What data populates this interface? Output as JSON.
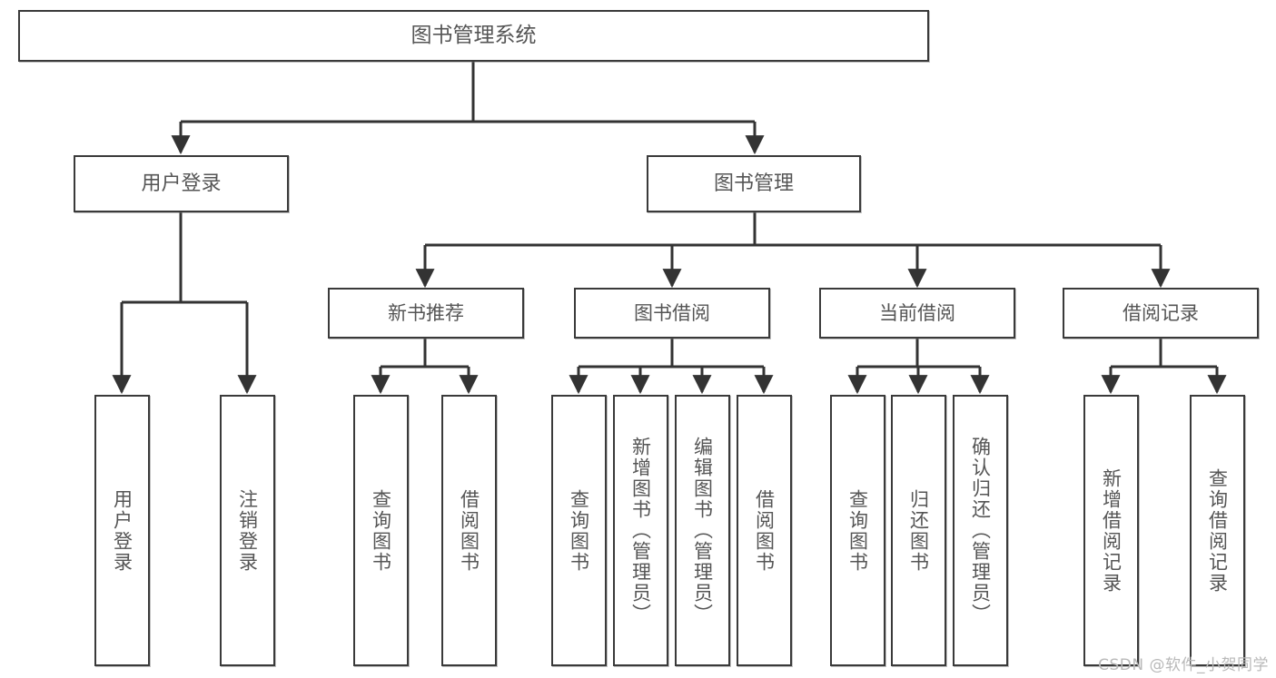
{
  "diagram": {
    "type": "tree-hierarchy",
    "title": "图书管理系统",
    "watermark": "CSDN @软件_小贺同学",
    "colors": {
      "box_border": "#3a3a3a",
      "box_fill": "#ffffff",
      "connector": "#333333",
      "text": "#555555",
      "watermark": "#b9b9b9",
      "background": "#ffffff"
    },
    "levels": {
      "root": "图书管理系统",
      "level2": [
        "用户登录",
        "图书管理"
      ],
      "level3": [
        "新书推荐",
        "图书借阅",
        "当前借阅",
        "借阅记录"
      ]
    },
    "nodes": {
      "root": {
        "label": "图书管理系统"
      },
      "user_login": {
        "label": "用户登录"
      },
      "book_manage": {
        "label": "图书管理"
      },
      "new_book_rec": {
        "label": "新书推荐"
      },
      "book_borrow": {
        "label": "图书借阅"
      },
      "current_borrow": {
        "label": "当前借阅"
      },
      "borrow_record": {
        "label": "借阅记录"
      },
      "leaf_user_login": {
        "label": "用户登录"
      },
      "leaf_logout": {
        "label": "注销登录"
      },
      "leaf_query_book_a": {
        "label": "查询图书"
      },
      "leaf_borrow_book_a": {
        "label": "借阅图书"
      },
      "leaf_query_book_b": {
        "label": "查询图书"
      },
      "leaf_add_book_admin": {
        "label": "新增图书（管理员）"
      },
      "leaf_edit_book_admin": {
        "label": "编辑图书（管理员）"
      },
      "leaf_borrow_book_b": {
        "label": "借阅图书"
      },
      "leaf_query_book_c": {
        "label": "查询图书"
      },
      "leaf_return_book": {
        "label": "归还图书"
      },
      "leaf_confirm_return_admin": {
        "label": "确认归还（管理员）"
      },
      "leaf_add_record": {
        "label": "新增借阅记录"
      },
      "leaf_query_record": {
        "label": "查询借阅记录"
      }
    },
    "edges": [
      {
        "from": "图书管理系统",
        "to": "用户登录"
      },
      {
        "from": "图书管理系统",
        "to": "图书管理"
      },
      {
        "from": "用户登录",
        "to": "用户登录"
      },
      {
        "from": "用户登录",
        "to": "注销登录"
      },
      {
        "from": "图书管理",
        "to": "新书推荐"
      },
      {
        "from": "图书管理",
        "to": "图书借阅"
      },
      {
        "from": "图书管理",
        "to": "当前借阅"
      },
      {
        "from": "图书管理",
        "to": "借阅记录"
      },
      {
        "from": "新书推荐",
        "to": "查询图书"
      },
      {
        "from": "新书推荐",
        "to": "借阅图书"
      },
      {
        "from": "图书借阅",
        "to": "查询图书"
      },
      {
        "from": "图书借阅",
        "to": "新增图书（管理员）"
      },
      {
        "from": "图书借阅",
        "to": "编辑图书（管理员）"
      },
      {
        "from": "图书借阅",
        "to": "借阅图书"
      },
      {
        "from": "当前借阅",
        "to": "查询图书"
      },
      {
        "from": "当前借阅",
        "to": "归还图书"
      },
      {
        "from": "当前借阅",
        "to": "确认归还（管理员）"
      },
      {
        "from": "借阅记录",
        "to": "新增借阅记录"
      },
      {
        "from": "借阅记录",
        "to": "查询借阅记录"
      }
    ]
  }
}
